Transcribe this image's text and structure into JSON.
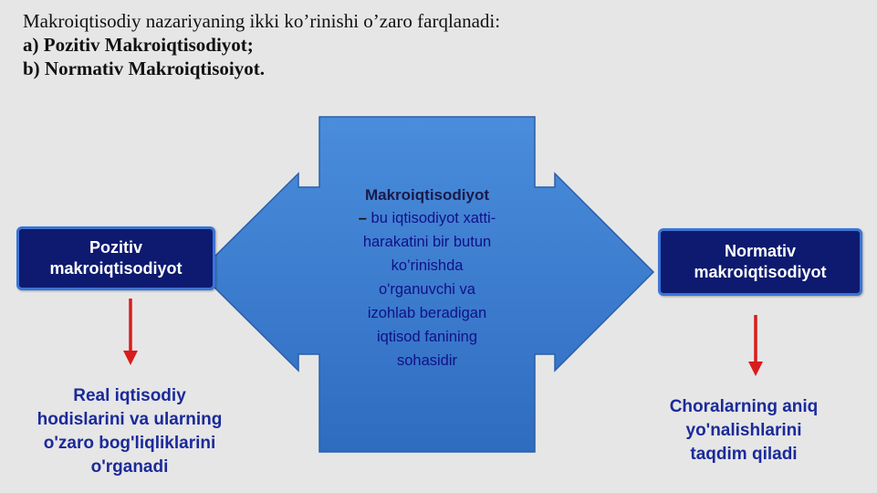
{
  "header": {
    "intro": "Makroiqtisodiy nazariyaning ikki ko’rinishi o’zaro farqlanadi:",
    "item_a": "a) Pozitiv Makroiqtisodiyot;",
    "item_b": "b) Normativ Makroiqtisoiyot."
  },
  "center": {
    "title": "Makroiqtisodiyot",
    "dash": "–",
    "line1": " bu iqtisodiyot xatti-",
    "line2": "harakatini bir butun",
    "line3": "ko’rinishda",
    "line4": "o'rganuvchi va",
    "line5": "izohlab beradigan",
    "line6": "iqtisod fanining",
    "line7": "sohasidir"
  },
  "left": {
    "box_line1": "Pozitiv",
    "box_line2": "makroiqtisodiyot",
    "outcome_line1": "Real iqtisodiy",
    "outcome_line2": "hodislarini va ularning",
    "outcome_line3": "o'zaro bog'liqliklarini",
    "outcome_line4": "o'rganadi"
  },
  "right": {
    "box_line1": "Normativ",
    "box_line2": "makroiqtisodiyot",
    "outcome_line1": "Choralarning aniq",
    "outcome_line2": "yo'nalishlarini",
    "outcome_line3": "taqdim qiladi"
  },
  "colors": {
    "background": "#e6e6e6",
    "arrow_fill": "#3c7dd0",
    "box_fill": "#0d1a6f",
    "box_border": "#3b74d6",
    "outcome_text": "#1b2a9a",
    "down_arrow": "#d91c1c"
  }
}
